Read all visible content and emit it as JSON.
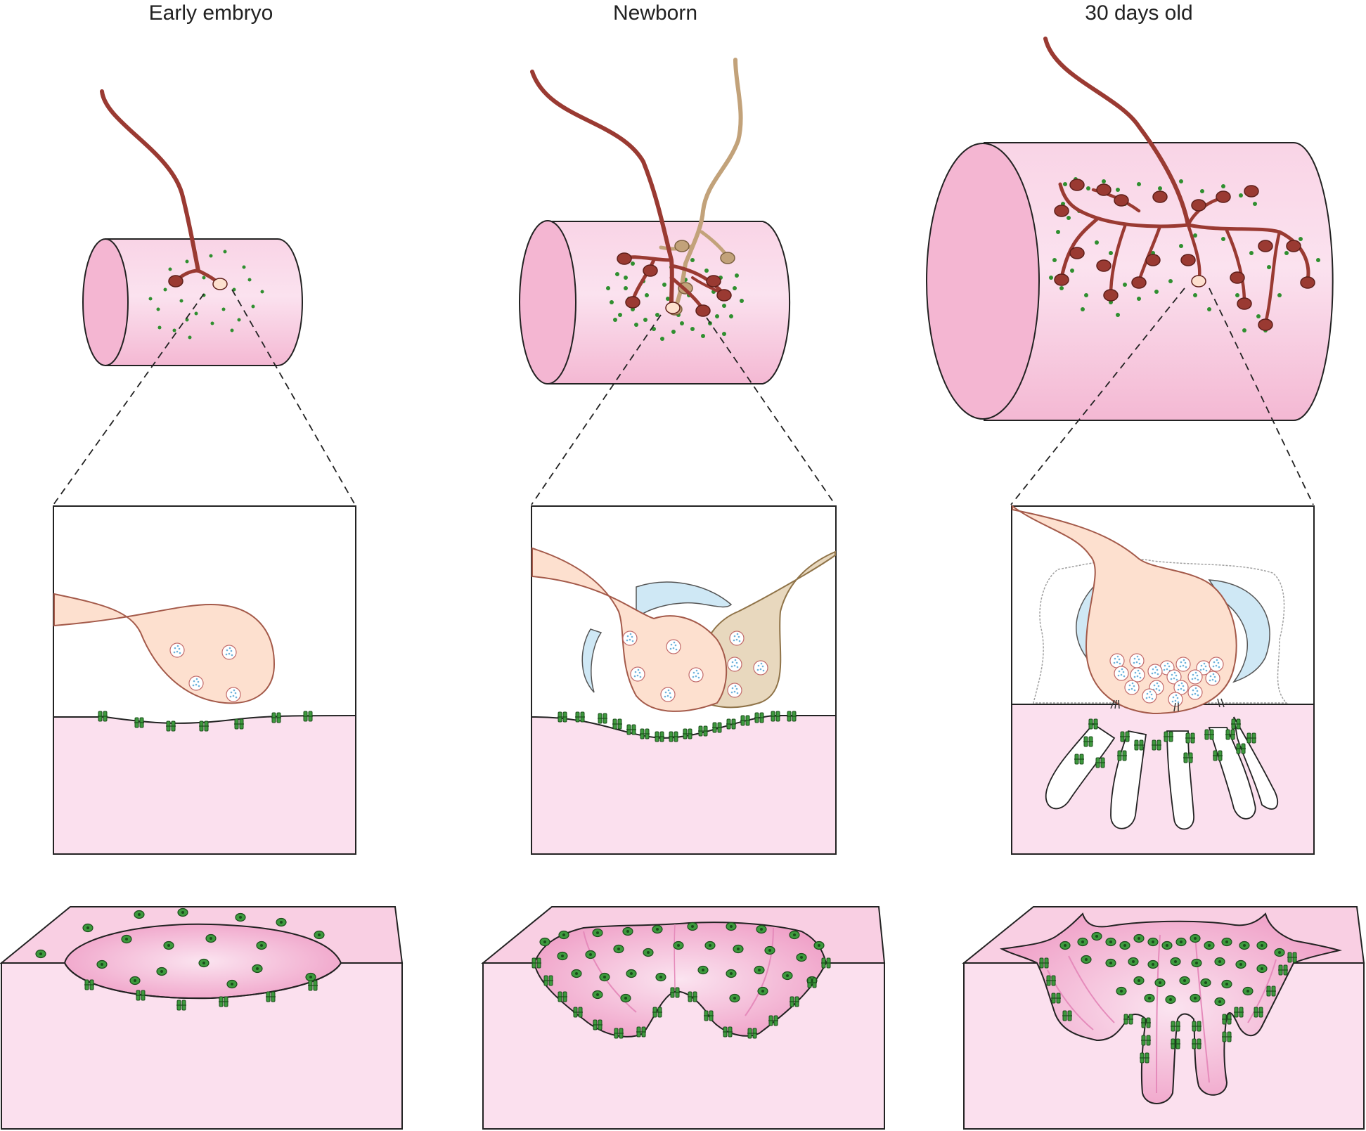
{
  "stages": [
    {
      "label": "Early embryo"
    },
    {
      "label": "Newborn"
    },
    {
      "label": "30 days old"
    }
  ],
  "colors": {
    "muscle_fill": "#f7c6de",
    "muscle_light": "#fbe0ee",
    "axon": "#9a3a32",
    "axon_second": "#c2a27a",
    "terminal_fill": "#fde0cf",
    "terminal_second_fill": "#e8d8be",
    "schwann": "#cfe8f5",
    "receptor": "#3d9a3d",
    "vesicle": "#9fd0ea"
  },
  "icons": {
    "receptor": "ach-receptor-icon",
    "vesicle": "synaptic-vesicle-icon"
  }
}
